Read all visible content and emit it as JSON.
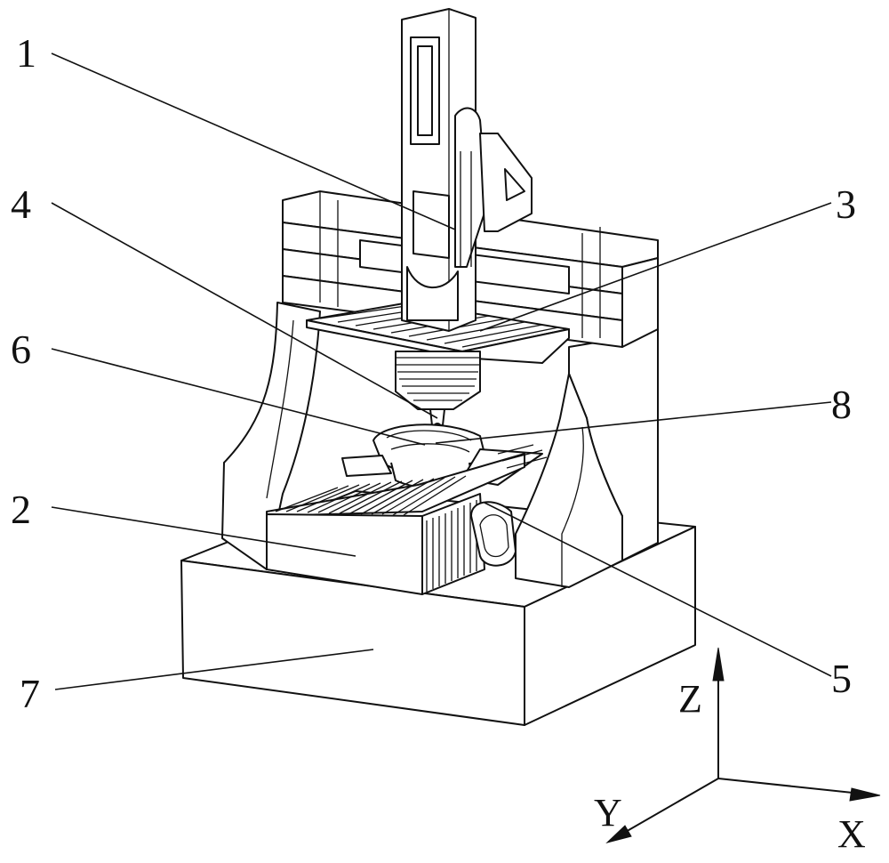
{
  "callouts": [
    {
      "id": "1",
      "label": "1"
    },
    {
      "id": "2",
      "label": "2"
    },
    {
      "id": "3",
      "label": "3"
    },
    {
      "id": "4",
      "label": "4"
    },
    {
      "id": "5",
      "label": "5"
    },
    {
      "id": "6",
      "label": "6"
    },
    {
      "id": "7",
      "label": "7"
    },
    {
      "id": "8",
      "label": "8"
    }
  ],
  "axes": {
    "x_label": "X",
    "y_label": "Y",
    "z_label": "Z"
  },
  "colors": {
    "line": "#111111",
    "background": "#ffffff"
  }
}
